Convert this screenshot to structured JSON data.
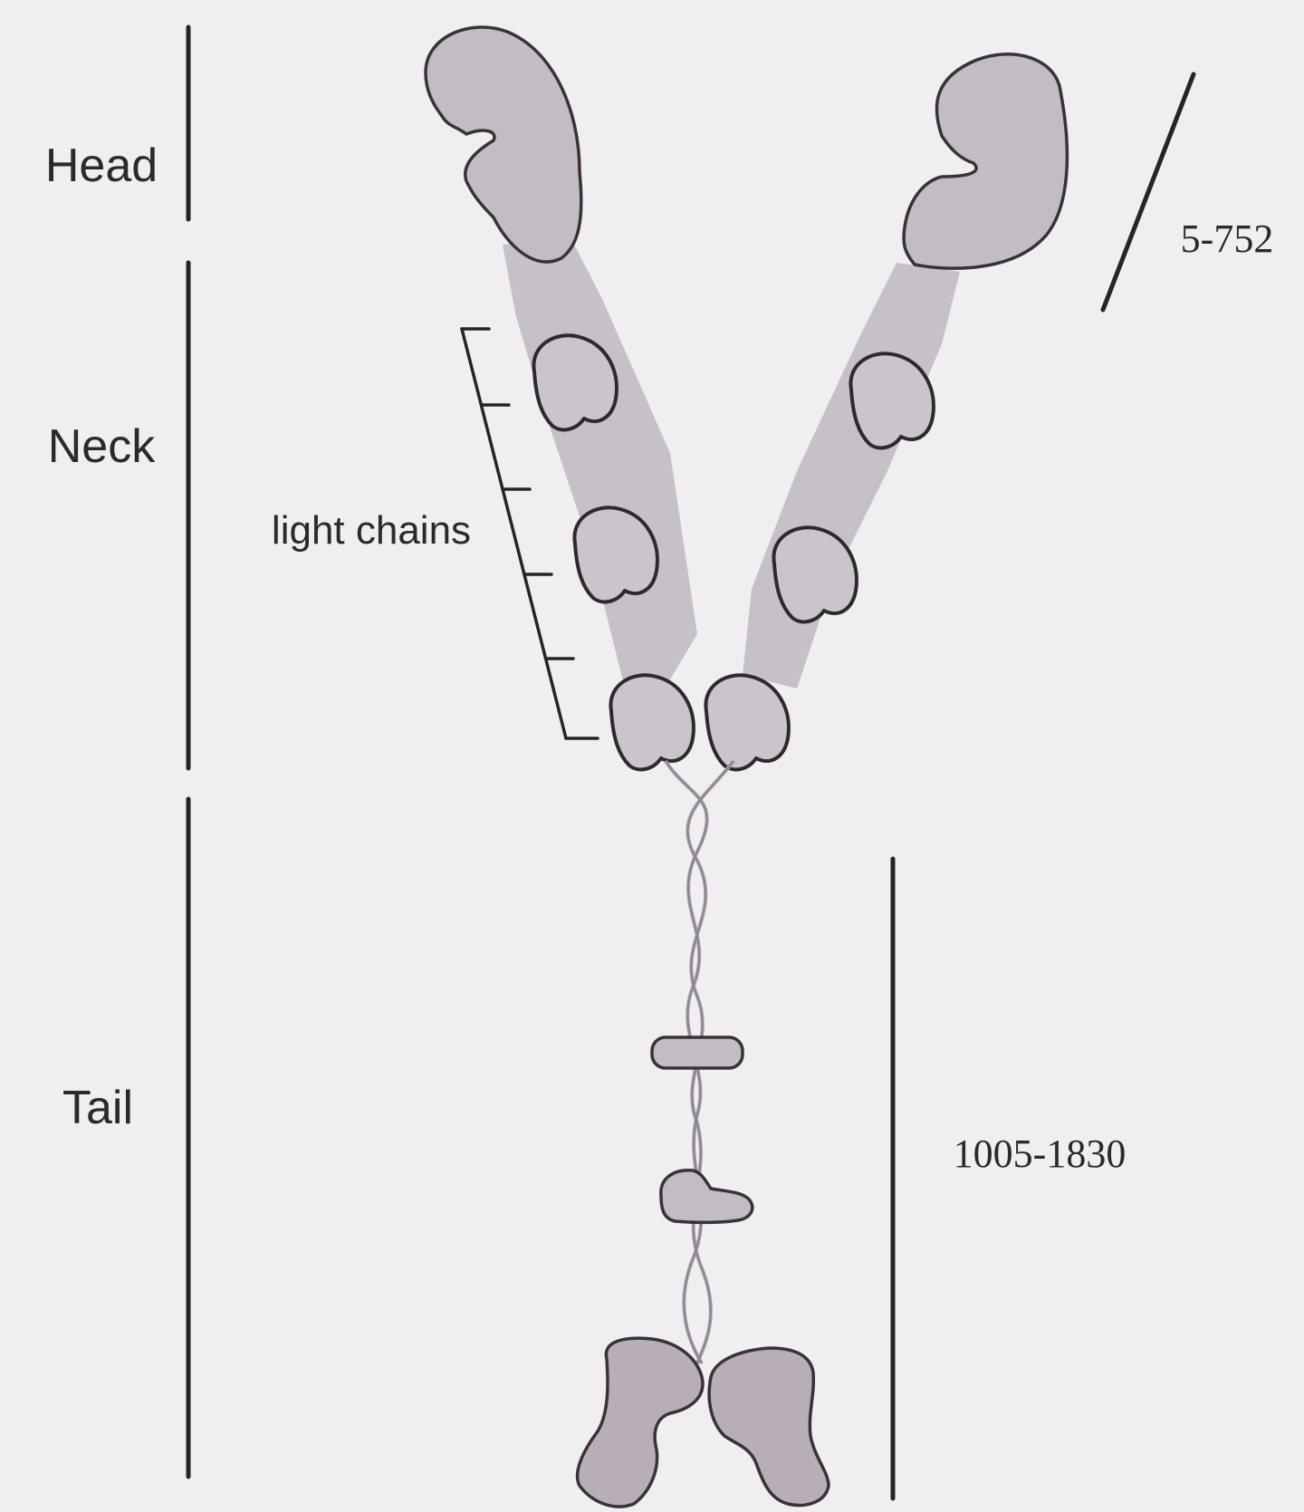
{
  "regions": {
    "head": "Head",
    "neck": "Neck",
    "tail": "Tail"
  },
  "annotations": {
    "light_chains": "light chains",
    "head_residues": "5-752",
    "tail_residues": "1005-1830"
  },
  "colors": {
    "background": "#efeff1",
    "protein_fill": "#c4bcc4",
    "outline": "#3a3238",
    "ink": "#2a2326"
  }
}
